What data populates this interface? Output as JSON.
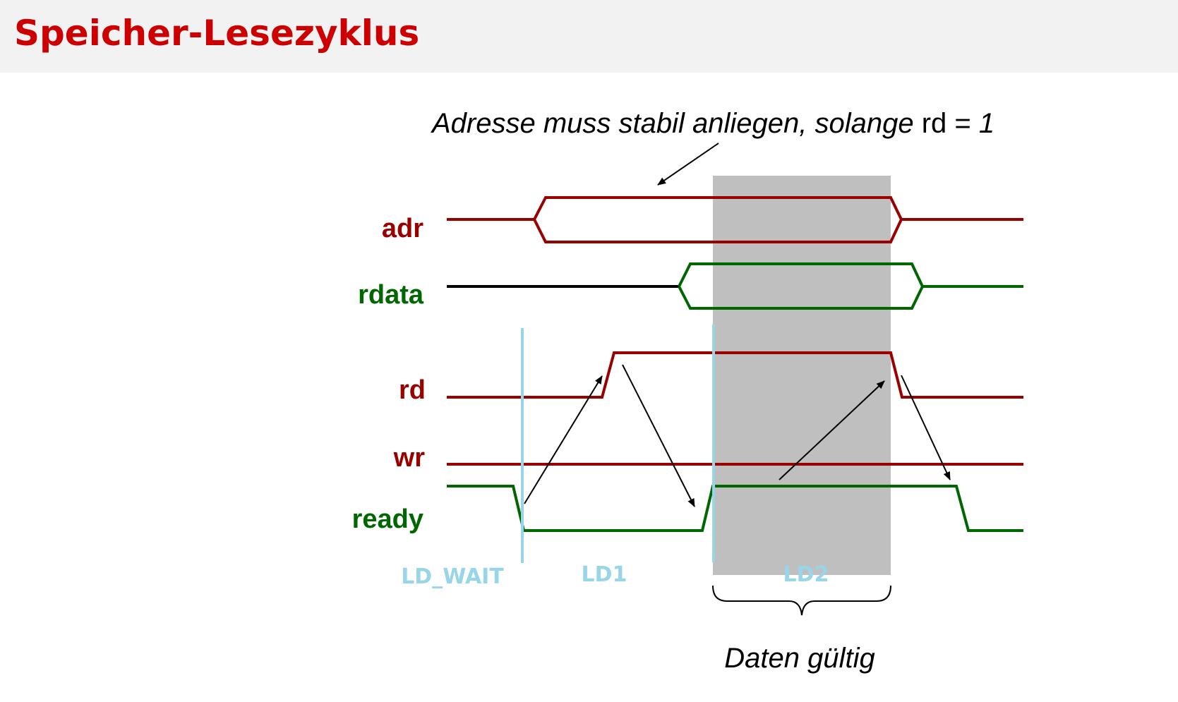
{
  "title": "Speicher-Lesezyklus",
  "annotation_top": {
    "part1": "Adresse muss stabil anliegen, solange ",
    "signal": "rd",
    "part2": " = ",
    "value": "1"
  },
  "annotation_bottom": "Daten gültig",
  "signals": {
    "adr": "adr",
    "rdata": "rdata",
    "rd": "rd",
    "wr": "wr",
    "ready": "ready"
  },
  "states": {
    "ld_wait": "LD_WAIT",
    "ld1": "LD1",
    "ld2": "LD2"
  },
  "colors": {
    "title": "#cc0000",
    "red_signal": "#990000",
    "green_signal": "#006600",
    "black_signal": "#000000",
    "state_marker": "#99d5e8",
    "valid_region": "#bfbfbf"
  }
}
